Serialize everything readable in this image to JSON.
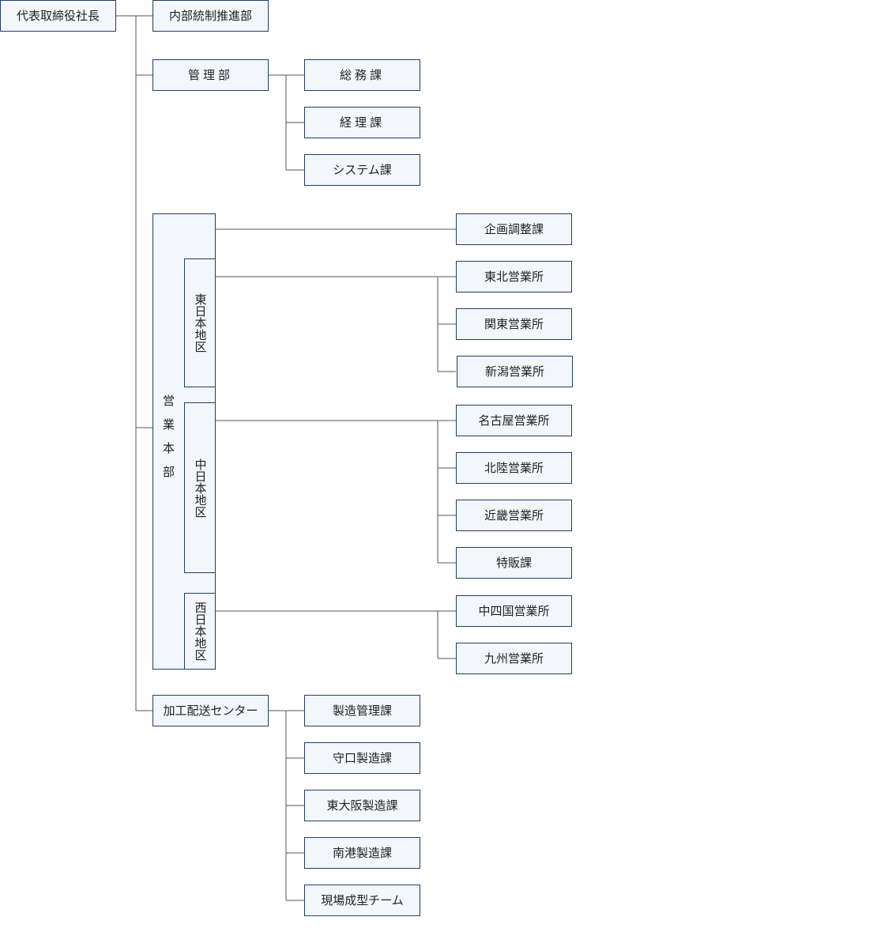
{
  "org": {
    "ceo": "代表取締役社長",
    "internal_control": "内部統制推進部",
    "admin": {
      "name": "管理部",
      "sections": [
        "総務課",
        "経理課",
        "システム課"
      ]
    },
    "sales": {
      "name": "営業本部",
      "planning": "企画調整課",
      "east": {
        "name": "東日本地区",
        "offices": [
          "東北営業所",
          "関東営業所",
          "新潟営業所"
        ]
      },
      "central": {
        "name": "中日本地区",
        "offices": [
          "名古屋営業所",
          "北陸営業所",
          "近畿営業所",
          "特販課"
        ]
      },
      "west": {
        "name": "西日本地区",
        "offices": [
          "中四国営業所",
          "九州営業所"
        ]
      }
    },
    "processing": {
      "name": "加工配送センター",
      "sections": [
        "製造管理課",
        "守口製造課",
        "東大阪製造課",
        "南港製造課",
        "現場成型チーム"
      ]
    }
  },
  "colors": {
    "border": "#1f3f6b",
    "fill": "#f3f6fa",
    "line": "#555555"
  }
}
